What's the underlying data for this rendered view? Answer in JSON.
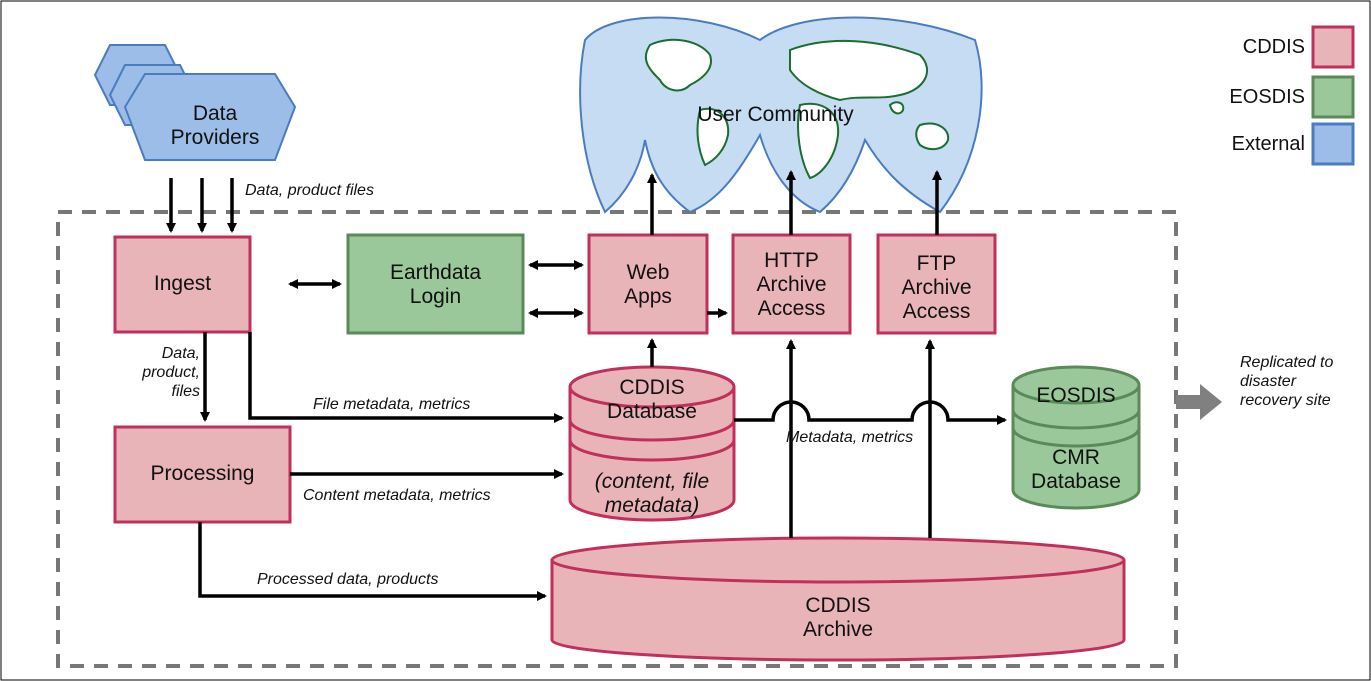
{
  "nodes": {
    "data_providers": "Data\nProviders",
    "ingest": "Ingest",
    "earthdata_login": "Earthdata\nLogin",
    "web_apps": "Web\nApps",
    "http_archive": "HTTP\nArchive\nAccess",
    "ftp_archive": "FTP\nArchive\nAccess",
    "cddis_database": "CDDIS\nDatabase",
    "cddis_database_content": "(content, file\nmetadata)",
    "processing": "Processing",
    "cddis_archive": "CDDIS\nArchive",
    "eosdis_top": "EOSDIS",
    "eosdis_cmr": "CMR\nDatabase",
    "user_community": "User Community"
  },
  "edges": {
    "data_product_files": "Data, product files",
    "data_product_files_split": "Data,\nproduct,\nfiles",
    "file_metadata": "File metadata, metrics",
    "content_metadata": "Content metadata, metrics",
    "processed_data": "Processed data, products",
    "metadata_metrics": "Metadata, metrics",
    "replicated": "Replicated to\ndisaster\nrecovery site"
  },
  "legend": {
    "items": [
      {
        "label": "CDDIS",
        "fill": "#e8b4b8",
        "stroke": "#c0305a"
      },
      {
        "label": "EOSDIS",
        "fill": "#9bc89b",
        "stroke": "#5a8a5a"
      },
      {
        "label": "External",
        "fill": "#9bbde8",
        "stroke": "#4a7cc0"
      }
    ]
  },
  "colors": {
    "cddis_fill": "#e8b4b8",
    "cddis_stroke": "#c0305a",
    "eosdis_fill": "#9bc89b",
    "eosdis_stroke": "#5a8a5a",
    "external_fill": "#9bbde8",
    "external_stroke": "#4a7cc0",
    "globe_fill": "#c5dcf2",
    "land": "#ffffff",
    "land_stroke": "#1a6e2e"
  }
}
